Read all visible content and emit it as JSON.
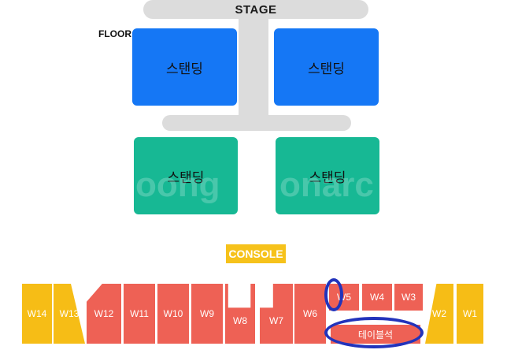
{
  "stage": {
    "label": "STAGE"
  },
  "floor": {
    "label": "FLOOR"
  },
  "zones": [
    {
      "label": "스탠딩",
      "color": "#1577f5"
    },
    {
      "label": "스탠딩",
      "color": "#1577f5"
    },
    {
      "label": "스탠딩",
      "color": "#17b894"
    },
    {
      "label": "스탠딩",
      "color": "#17b894"
    }
  ],
  "console": {
    "label": "CONSOLE"
  },
  "seats": {
    "w14": "W14",
    "w13": "W13",
    "w12": "W12",
    "w11": "W11",
    "w10": "W10",
    "w9": "W9",
    "w8": "W8",
    "w7": "W7",
    "w6": "W6",
    "w5": "W5",
    "w4": "W4",
    "w3": "W3",
    "w2": "W2",
    "w1": "W1"
  },
  "table_seat": {
    "label": "테이블석"
  },
  "colors": {
    "seat_red": "#ee6155",
    "seat_yellow": "#f6bd16",
    "standing_blue": "#1577f5",
    "standing_green": "#17b894",
    "highlight_ring": "#2233bb"
  }
}
